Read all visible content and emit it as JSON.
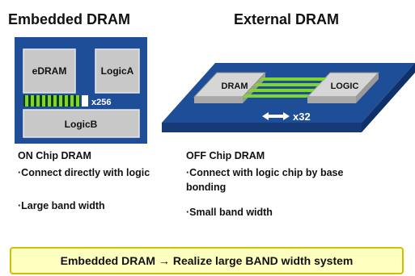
{
  "left": {
    "heading": "Embedded DRAM",
    "chip": {
      "edram": "eDRAM",
      "logic_a": "LogicA",
      "logic_b": "LogicB",
      "bus_width": "x256"
    },
    "subtitle": "ON Chip DRAM",
    "bullets": [
      "·Connect directly with logic",
      "·Large band width"
    ]
  },
  "right": {
    "heading": "External DRAM",
    "board": {
      "dram": "DRAM",
      "logic": "LOGIC",
      "bus_width": "x32"
    },
    "subtitle": "OFF Chip DRAM",
    "bullets": [
      "·Connect with logic chip by base bonding",
      "·Small band width"
    ]
  },
  "banner": "Embedded DRAM → Realize large BAND width system",
  "colors": {
    "substrate": "#1f4e99",
    "block_gray": "#c8c8c8",
    "bus_green": "#7fd62a",
    "banner_bg": "#ffffbf",
    "banner_border": "#cfc100"
  }
}
